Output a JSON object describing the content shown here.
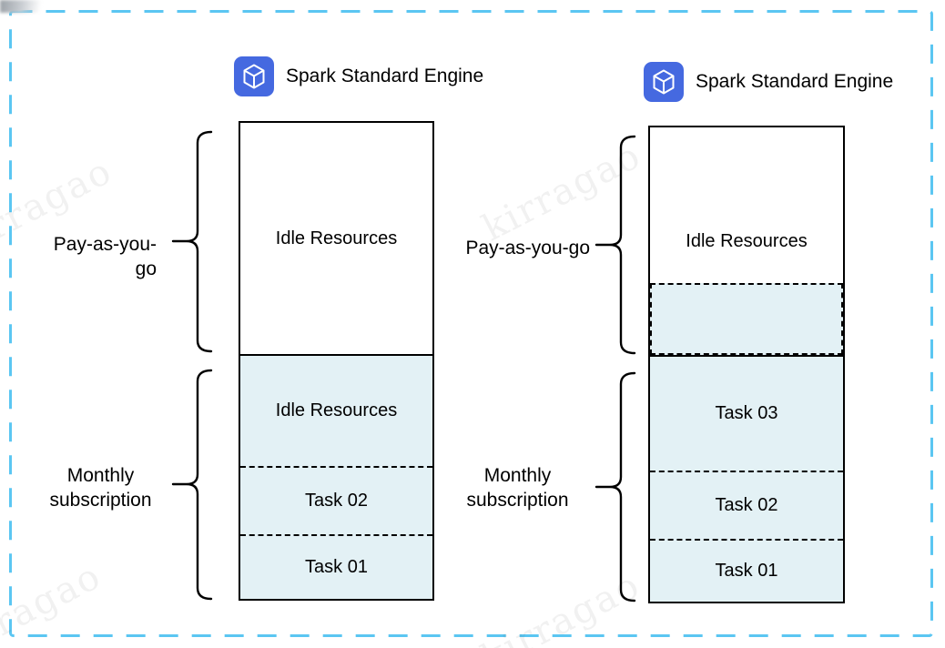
{
  "colors": {
    "icon_blue": "#4569e0",
    "section_fill": "#e3f1f5",
    "frame_dash": "#5bc6f2"
  },
  "watermark": {
    "text": "kirragao"
  },
  "left_panel": {
    "engine": {
      "icon": "cube-icon",
      "label": "Spark Standard Engine"
    },
    "brackets": {
      "payg": "Pay-as-you-go",
      "monthly": "Monthly subscription"
    },
    "sections": {
      "payg_idle": "Idle Resources",
      "monthly_idle": "Idle Resources",
      "task_02": "Task 02",
      "task_01": "Task 01"
    }
  },
  "right_panel": {
    "engine": {
      "icon": "cube-icon",
      "label": "Spark Standard Engine"
    },
    "brackets": {
      "payg": "Pay-as-you-go",
      "monthly": "Monthly subscription"
    },
    "sections": {
      "payg_idle": "Idle Resources",
      "task_03": "Task 03",
      "task_02": "Task 02",
      "task_01": "Task 01"
    }
  }
}
